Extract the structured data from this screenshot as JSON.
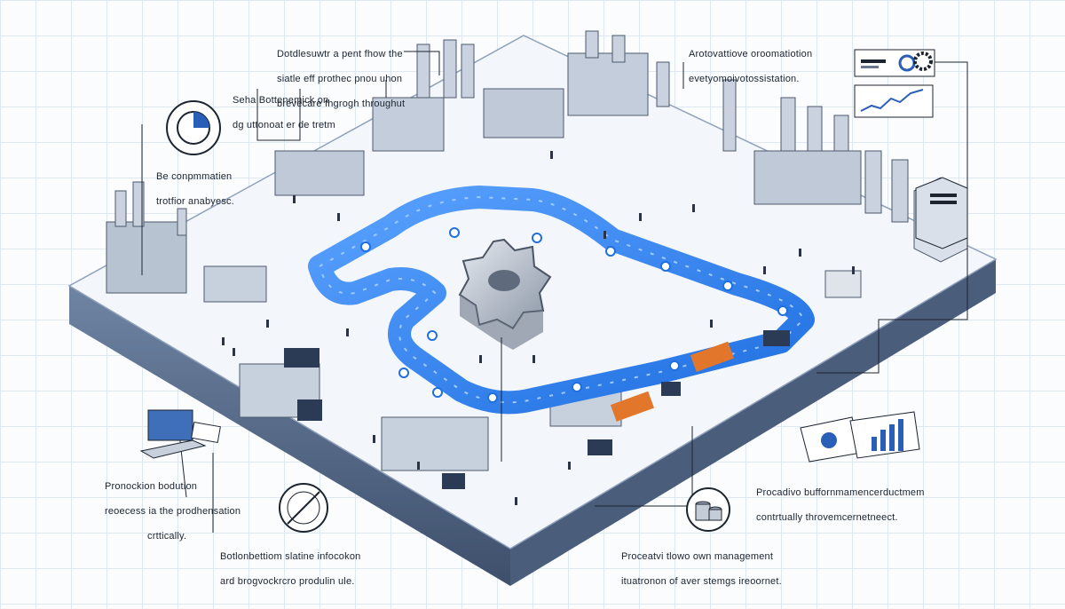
{
  "annotations": {
    "top_left": {
      "line1": "Dotdlesuwtr a pent fhow the",
      "line2": "siatle eff prothec pnou uhon",
      "line3": "brevecare fhgrogh throughut"
    },
    "upper_left": {
      "line1": "Seha Bottenemick on",
      "line2": "dg uttonoat er de tretm"
    },
    "left": {
      "line1": "Be conpmmatien",
      "line2": "trotfior anabyesc."
    },
    "top_right": {
      "line1": "Arotovattiove oroomatiotion",
      "line2": "evetyomoivotossistation."
    },
    "bottom_left": {
      "line1": "Pronockion bodution",
      "line2": "reoecess ia the prodhensation",
      "line3": "crttically."
    },
    "bottom_left_2": {
      "line1": "Botlonbettiom slatine infocokon",
      "line2": "ard brogvockrcro produlin ule."
    },
    "bottom_mid": {
      "line1": "Proceatvi tlowo own management",
      "line2": "ituatronon of aver stemgs ireoornet."
    },
    "bottom_right": {
      "line1": "Procadivo buffornmamencerductmem",
      "line2": "contrtually throvemcernetneect."
    }
  },
  "colors": {
    "conveyor": "#3b82f6",
    "platform_top": "#f4f7fb",
    "platform_side": "#5a6f8c",
    "truck": "#e2762a"
  },
  "icons": [
    "gauge-icon",
    "gear-icon",
    "settings-gears-icon",
    "line-chart-icon",
    "laptop-icon",
    "compass-icon",
    "coin-stack-icon",
    "report-chart-icon",
    "factory-icon"
  ]
}
